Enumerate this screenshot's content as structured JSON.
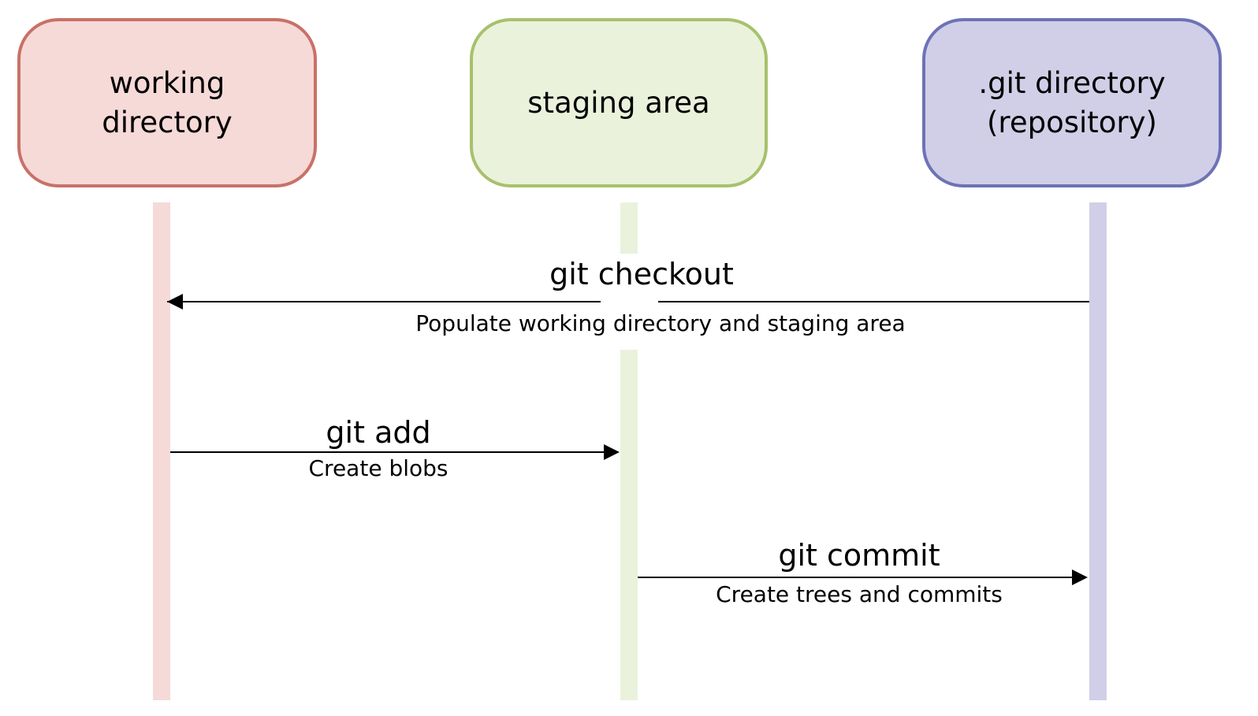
{
  "stages": [
    {
      "label": "working\ndirectory",
      "fill": "#f5dad8",
      "stroke": "#c97167",
      "lane": "#f5dad8"
    },
    {
      "label": "staging area",
      "fill": "#eaf2dc",
      "stroke": "#a7c16b",
      "lane": "#eaf2dc"
    },
    {
      "label": ".git directory\n(repository)",
      "fill": "#d0cfe7",
      "stroke": "#6e72b6",
      "lane": "#d0cfe7"
    }
  ],
  "arrows": [
    {
      "command": "git checkout",
      "description": "Populate working directory and staging area",
      "from": ".git directory",
      "to": "working directory"
    },
    {
      "command": "git add",
      "description": "Create blobs",
      "from": "working directory",
      "to": "staging area"
    },
    {
      "command": "git commit",
      "description": "Create trees and commits",
      "from": "staging area",
      "to": ".git directory"
    }
  ],
  "line_color": "#000000"
}
